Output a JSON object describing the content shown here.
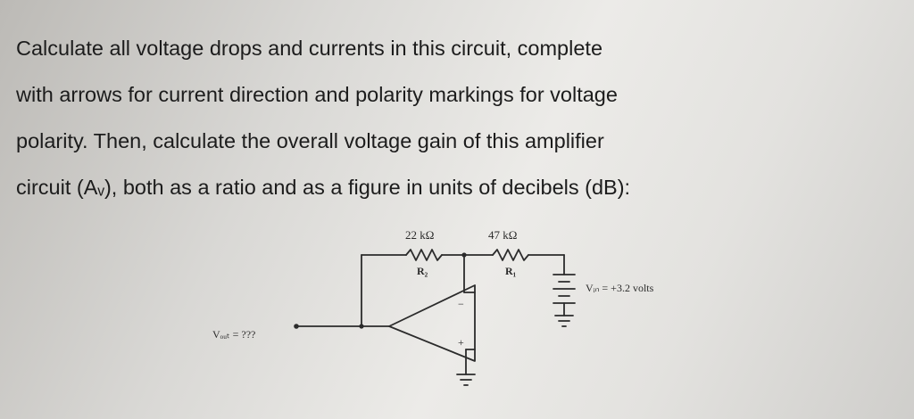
{
  "question": {
    "lines": [
      "Calculate all voltage drops and currents in this circuit, complete",
      "with arrows for current direction and polarity markings for voltage",
      "polarity. Then, calculate the overall voltage gain of this amplifier",
      "circuit (Aᵥ), both as a ratio and as a figure in units of decibels (dB):"
    ]
  },
  "circuit": {
    "r2_value": "22 kΩ",
    "r1_value": "47 kΩ",
    "r2_name": "R₂",
    "r1_name": "R₁",
    "vin_label": "Vᵢₙ = +3.2 volts",
    "vout_label": "Vₒᵤₜ = ???",
    "minus_sign": "−",
    "plus_sign": "+"
  }
}
